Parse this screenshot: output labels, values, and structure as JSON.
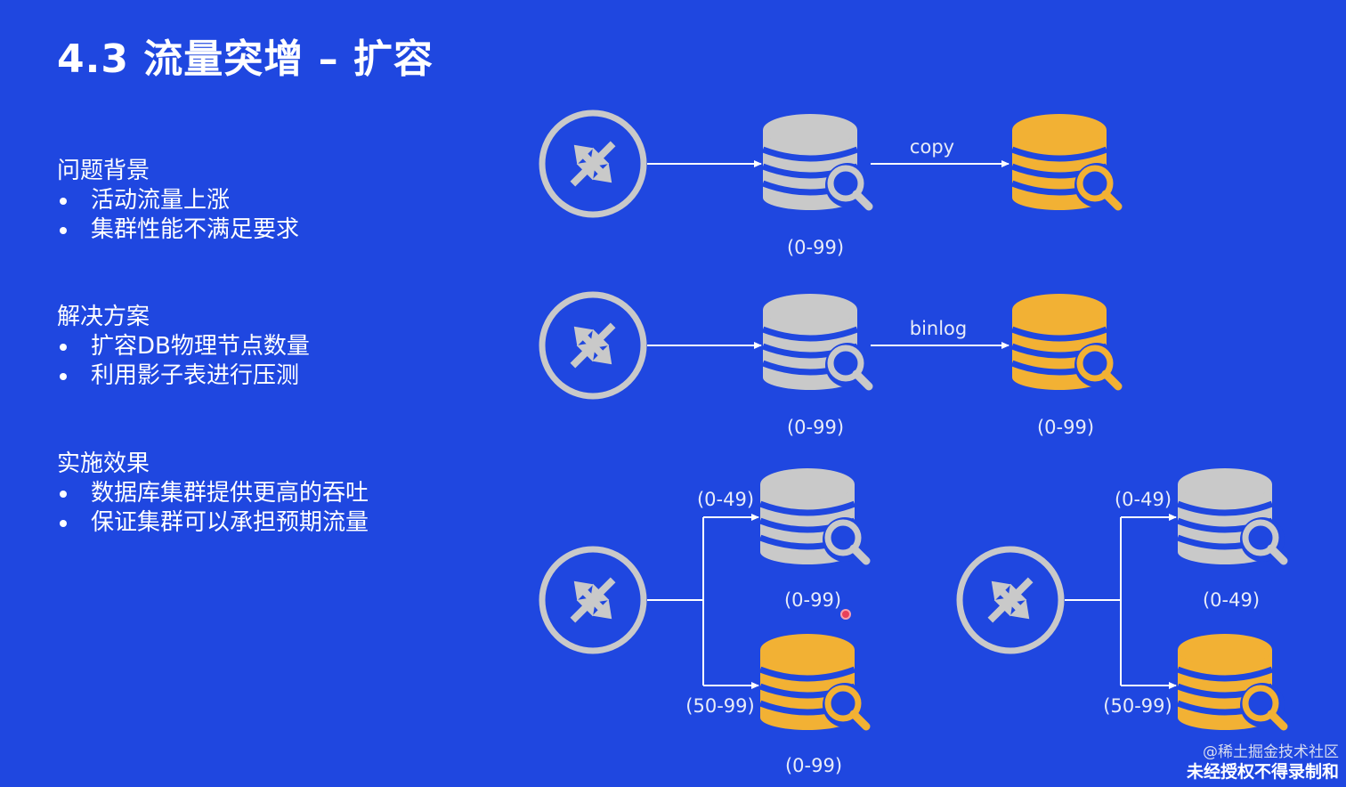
{
  "title": "4.3 流量突增 – 扩容",
  "sections": [
    {
      "heading": "问题背景",
      "items": [
        "活动流量上涨",
        "集群性能不满足要求"
      ]
    },
    {
      "heading": "解决方案",
      "items": [
        "扩容DB物理节点数量",
        "利用影子表进行压测"
      ]
    },
    {
      "heading": "实施效果",
      "items": [
        "数据库集群提供更高的吞吐",
        "保证集群可以承担预期流量"
      ]
    }
  ],
  "diagram": {
    "row1": {
      "edge_label": "copy",
      "db_range": "(0-99)"
    },
    "row2": {
      "edge_label": "binlog",
      "db_range": "(0-99)",
      "new_db_range": "(0-99)"
    },
    "row3_left": {
      "top_range": "(0-49)",
      "top_db_range": "(0-99)",
      "bottom_range": "(50-99)",
      "bottom_db_range": "(0-99)"
    },
    "row3_right": {
      "top_range": "(0-49)",
      "top_db_range": "(0-49)",
      "bottom_range": "(50-99)"
    }
  },
  "icons": {
    "router": "router-icon",
    "database": "database-search-icon"
  },
  "colors": {
    "background": "#1f47e0",
    "old_db": "#c9c9c9",
    "new_db": "#f2b134",
    "stripe": "#1f47e0"
  },
  "watermark": {
    "line1": "@稀土掘金技术社区",
    "line2": "未经授权不得录制和"
  }
}
